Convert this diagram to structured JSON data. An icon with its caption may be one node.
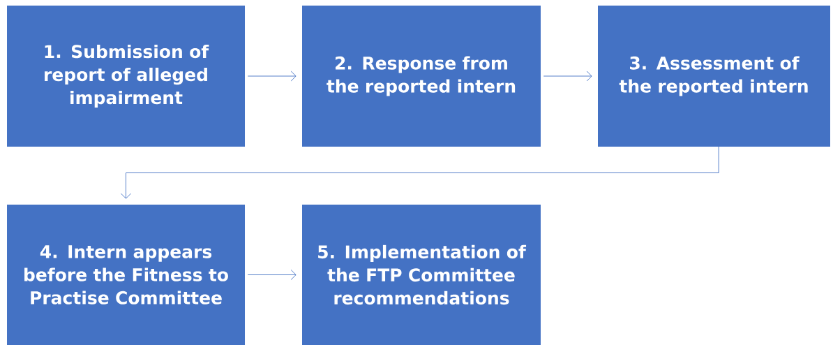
{
  "diagram": {
    "nodes": [
      {
        "text": [
          "1. Submission of report of alleged impairment"
        ]
      },
      {
        "text": [
          "2. Response from the reported intern"
        ]
      },
      {
        "text": [
          "3. Assessment of the reported intern"
        ]
      },
      {
        "text": [
          "4. Intern appears before the Fitness to Practise Committee"
        ]
      },
      {
        "text": [
          "5. Implementation of the FTP Committee recommendations"
        ]
      }
    ],
    "edges": [
      {
        "from": 0,
        "to": 1,
        "arrow": "to"
      },
      {
        "from": 1,
        "to": 2,
        "arrow": "to"
      },
      {
        "from": 2,
        "to": 3,
        "arrow": "to"
      },
      {
        "from": 3,
        "to": 4,
        "arrow": "to"
      }
    ]
  }
}
